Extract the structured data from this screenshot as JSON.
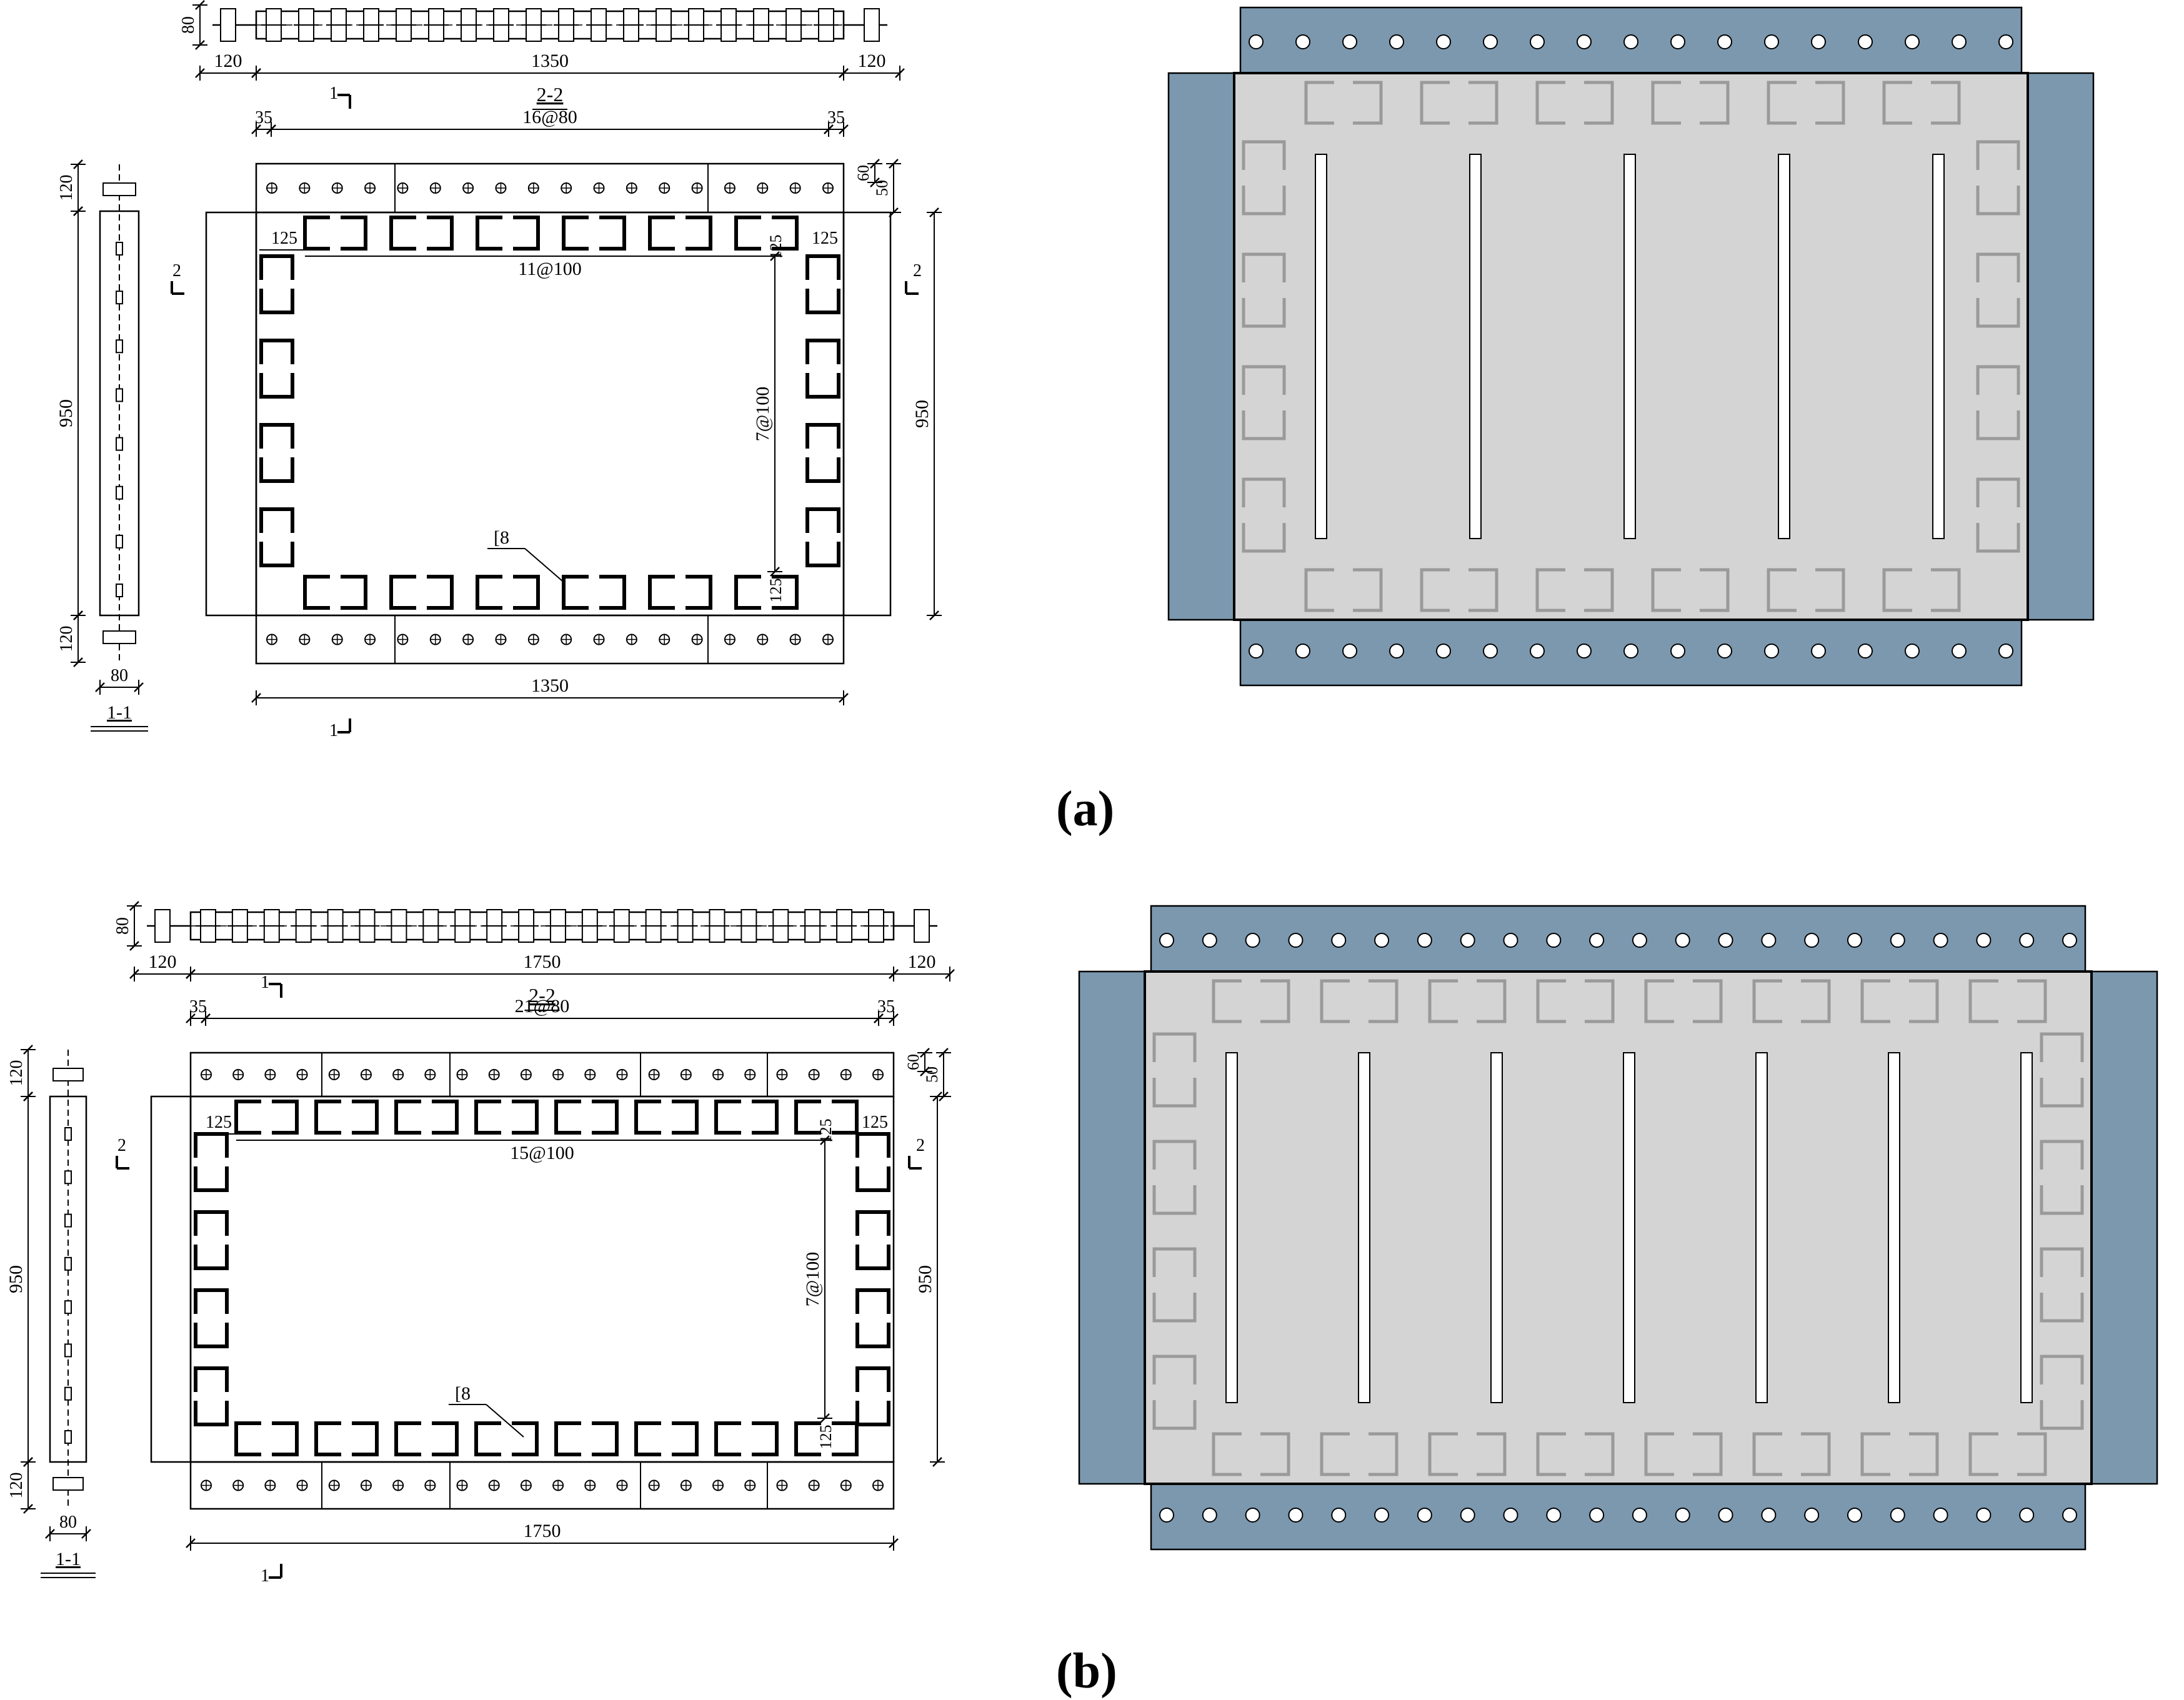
{
  "colors": {
    "steel_plate": "#7b98af",
    "concrete": "#d4d4d4",
    "line": "#000000",
    "hole": "#ffffff"
  },
  "icons": {
    "bolt": "bolt-icon",
    "channel_connector": "channel-connector-icon",
    "section_marker": "section-marker-icon"
  },
  "panels": [
    {
      "caption": "(a)",
      "section_2_2": {
        "label": "2-2",
        "thickness": "80",
        "left": "120",
        "middle": "1350",
        "right": "120"
      },
      "plan": {
        "end_left": "35",
        "end_right": "35",
        "bolt_spacing": "16@80",
        "plate_h1": "60",
        "plate_h2": "50",
        "corner_tl": "125",
        "corner_tr_h": "125",
        "corner_tr_v": "125",
        "corner_br_v": "125",
        "top_row_spacing": "11@100",
        "side_spacing": "7@100",
        "height": "950",
        "width": "1350",
        "channel": "[8",
        "cut1_top": "1",
        "cut1_bottom": "1",
        "cut2_left": "2",
        "cut2_right": "2"
      },
      "section_1_1": {
        "label": "1-1",
        "top": "120",
        "middle": "950",
        "bottom": "120",
        "width": "80"
      }
    },
    {
      "caption": "(b)",
      "section_2_2": {
        "label": "2-2",
        "thickness": "80",
        "left": "120",
        "middle": "1750",
        "right": "120"
      },
      "plan": {
        "end_left": "35",
        "end_right": "35",
        "bolt_spacing": "21@80",
        "plate_h1": "60",
        "plate_h2": "50",
        "corner_tl": "125",
        "corner_tr_h": "125",
        "corner_tr_v": "125",
        "corner_br_v": "125",
        "top_row_spacing": "15@100",
        "side_spacing": "7@100",
        "height": "950",
        "width": "1750",
        "channel": "[8",
        "cut1_top": "1",
        "cut1_bottom": "1",
        "cut2_left": "2",
        "cut2_right": "2"
      },
      "section_1_1": {
        "label": "1-1",
        "top": "120",
        "middle": "950",
        "bottom": "120",
        "width": "80"
      }
    }
  ]
}
